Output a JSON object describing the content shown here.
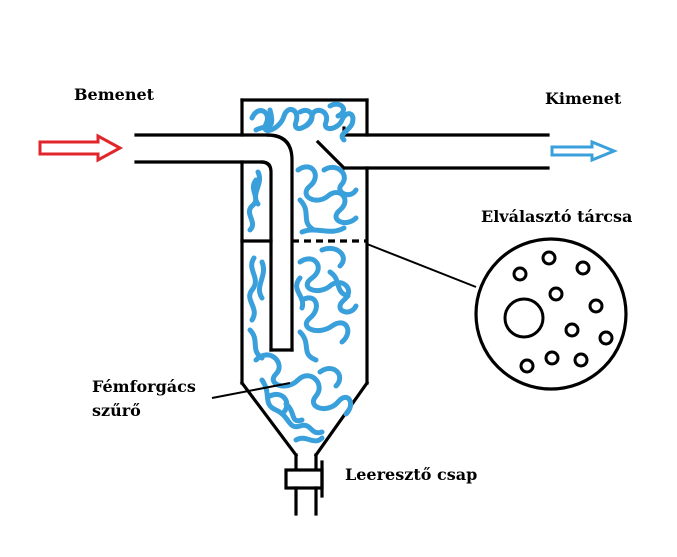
{
  "labels": {
    "inlet": "Bemenet",
    "outlet": "Kimenet",
    "separator_disc": "Elválasztó tárcsa",
    "metal_chip_filter_line1": "Fémforgács",
    "metal_chip_filter_line2": "szűrő",
    "drain_valve": "Leeresztő csap"
  },
  "colors": {
    "inlet_arrow": "#e0262a",
    "outlet_arrow": "#3aa0dc",
    "metal_chips": "#3aa0dc",
    "lines": "#000000",
    "background": "#ffffff"
  },
  "icons": {
    "inlet_arrow": "arrow-right-outline-icon",
    "outlet_arrow": "arrow-right-outline-icon"
  }
}
